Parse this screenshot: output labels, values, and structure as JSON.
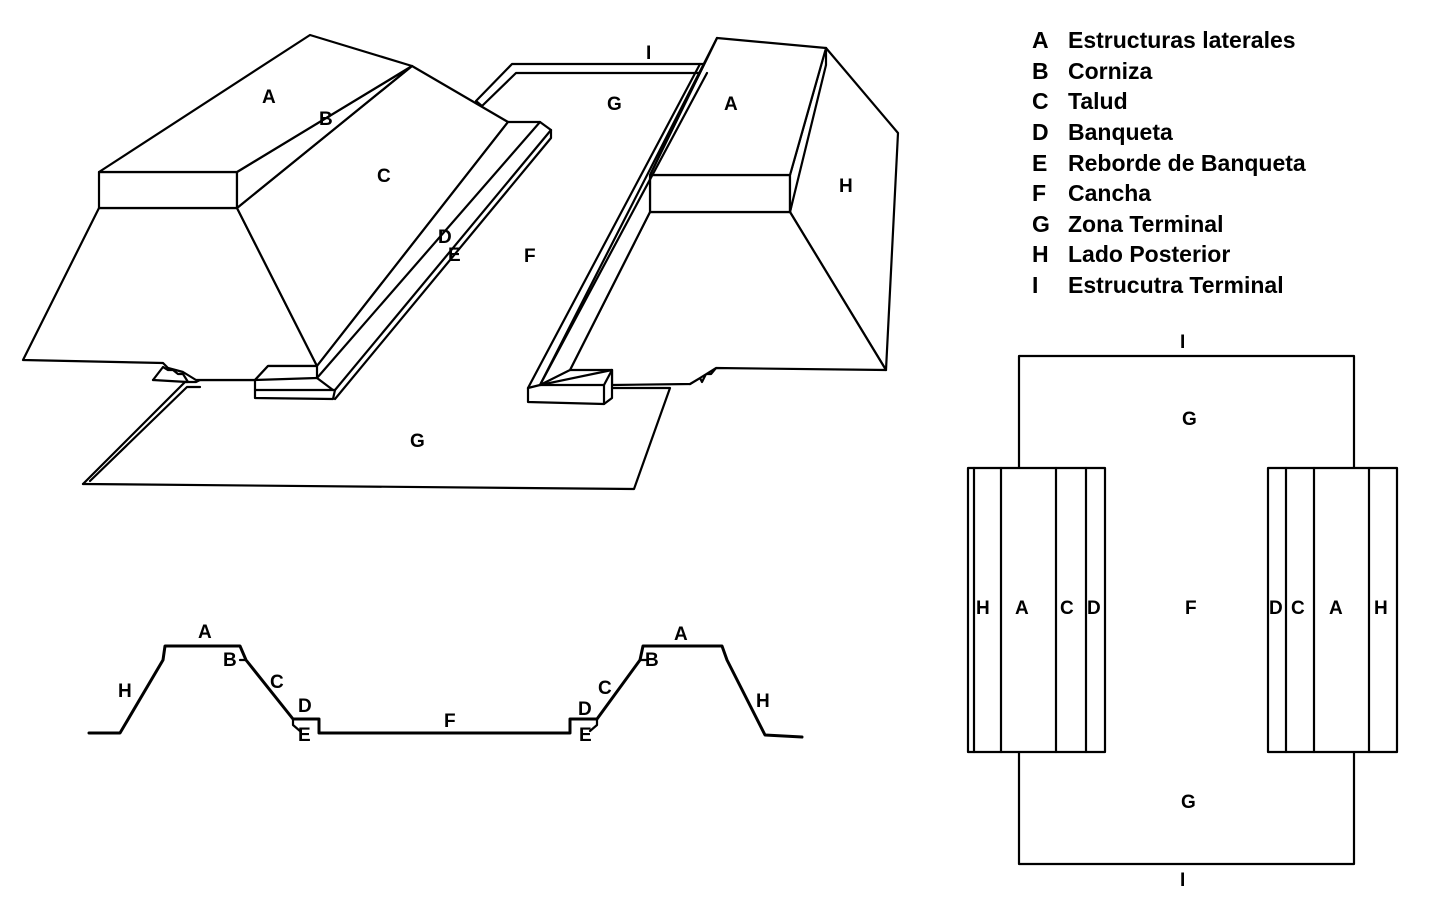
{
  "legend": [
    {
      "key": "A",
      "text": "Estructuras laterales"
    },
    {
      "key": "B",
      "text": "Corniza"
    },
    {
      "key": "C",
      "text": "Talud"
    },
    {
      "key": "D",
      "text": "Banqueta"
    },
    {
      "key": "E",
      "text": "Reborde de Banqueta"
    },
    {
      "key": "F",
      "text": "Cancha"
    },
    {
      "key": "G",
      "text": "Zona Terminal"
    },
    {
      "key": "H",
      "text": "Lado Posterior"
    },
    {
      "key": "I",
      "text": "Estrucutra Terminal"
    }
  ],
  "perspective_labels": {
    "left_A": "A",
    "left_B": "B",
    "left_C": "C",
    "left_D": "D",
    "left_E": "E",
    "F": "F",
    "G_top": "G",
    "G_bottom": "G",
    "I": "I",
    "right_A": "A",
    "right_H": "H"
  },
  "section_labels": {
    "left_A": "A",
    "left_B": "B",
    "left_C": "C",
    "left_D": "D",
    "left_E": "E",
    "left_H": "H",
    "F": "F",
    "right_A": "A",
    "right_B": "B",
    "right_C": "C",
    "right_D": "D",
    "right_E": "E",
    "right_H": "H"
  },
  "plan_labels": {
    "I_top": "I",
    "G_top": "G",
    "left_H": "H",
    "left_A": "A",
    "left_C": "C",
    "left_D": "D",
    "F": "F",
    "right_D": "D",
    "right_C": "C",
    "right_A": "A",
    "right_H": "H",
    "G_bottom": "G",
    "I_bottom": "I"
  }
}
